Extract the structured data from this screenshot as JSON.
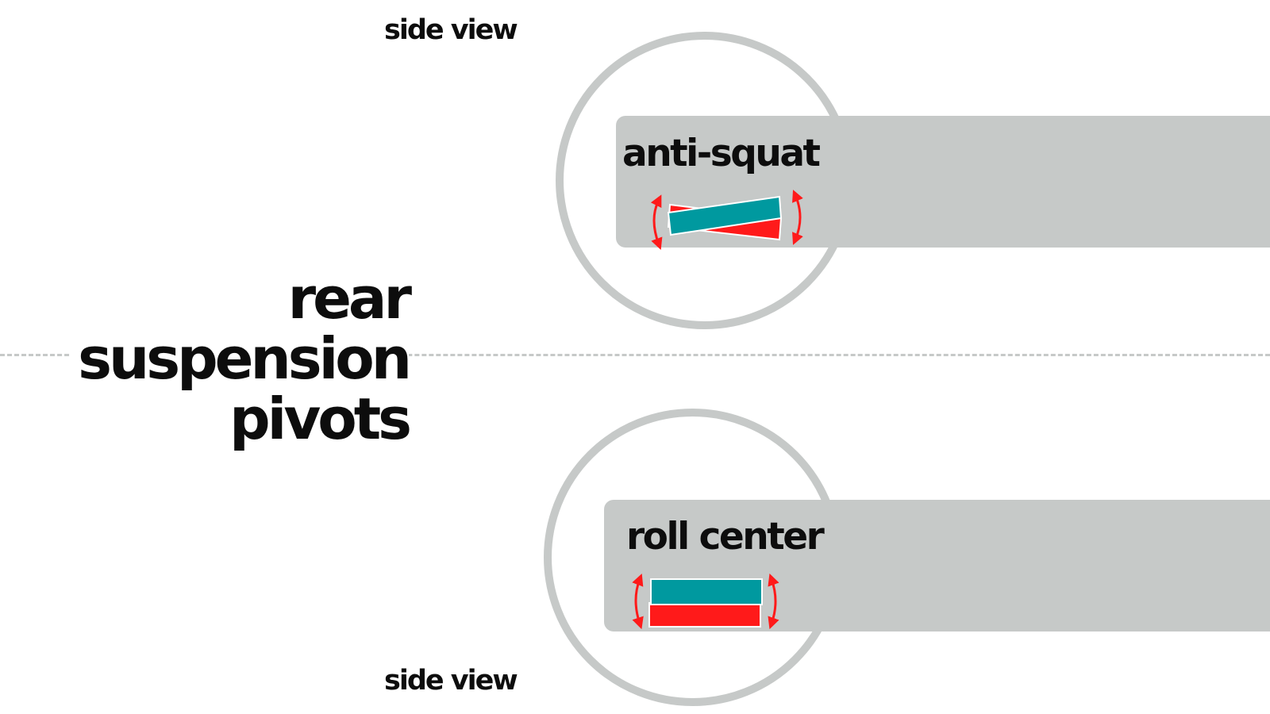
{
  "title_lines": [
    "rear",
    "suspension",
    "pivots"
  ],
  "side_view_top": "side view",
  "side_view_bottom": "side view",
  "panels": [
    {
      "label": "anti-squat"
    },
    {
      "label": "roll center"
    }
  ],
  "colors": {
    "panel": "#c6c9c8",
    "teal": "#00999f",
    "red": "#ff1a1a",
    "text": "#0d0d0d",
    "divider": "#c6c9c8"
  }
}
